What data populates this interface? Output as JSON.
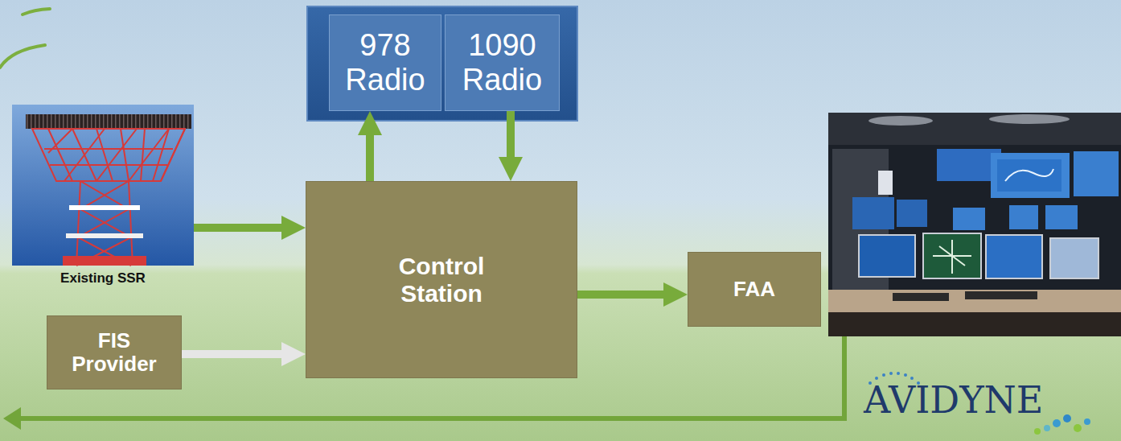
{
  "diagram": {
    "nodes": [
      {
        "text": [
          "978 Radio"
        ]
      },
      {
        "text": [
          "1090 Radio"
        ]
      },
      {
        "text": [
          "Existing SSR"
        ]
      },
      {
        "text": [
          "Control Station"
        ]
      },
      {
        "text": [
          "FIS Provider"
        ]
      },
      {
        "text": [
          "FAA"
        ]
      }
    ],
    "edges": [
      {
        "from": 2,
        "to": 3,
        "arrow": "to"
      },
      {
        "from": 4,
        "to": 3,
        "arrow": "to"
      },
      {
        "from": 3,
        "to": 0,
        "arrow": "to"
      },
      {
        "from": 1,
        "to": 3,
        "arrow": "to"
      },
      {
        "from": 3,
        "to": 5,
        "arrow": "to"
      }
    ],
    "labels": [
      "AVIDYNE"
    ]
  }
}
